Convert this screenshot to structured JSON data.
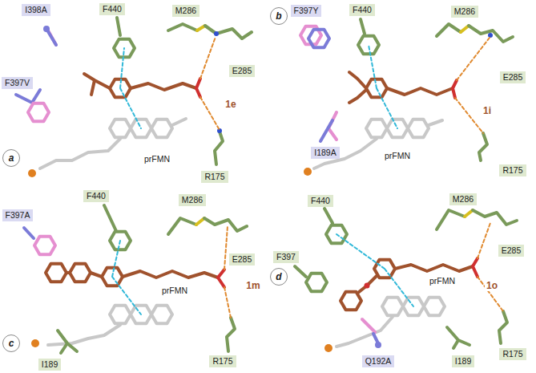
{
  "diagram": {
    "nodes": [
      {
        "text": [
          "a"
        ]
      },
      {
        "text": [
          "I398A"
        ]
      },
      {
        "text": [
          "F440"
        ]
      },
      {
        "text": [
          "M286"
        ]
      },
      {
        "text": [
          "F397V"
        ]
      },
      {
        "text": [
          "E285"
        ]
      },
      {
        "text": [
          "R175"
        ]
      },
      {
        "text": [
          "b"
        ]
      },
      {
        "text": [
          "F397Y"
        ]
      },
      {
        "text": [
          "F440"
        ]
      },
      {
        "text": [
          "M286"
        ]
      },
      {
        "text": [
          "E285"
        ]
      },
      {
        "text": [
          "I189A"
        ]
      },
      {
        "text": [
          "R175"
        ]
      },
      {
        "text": [
          "c"
        ]
      },
      {
        "text": [
          "F440"
        ]
      },
      {
        "text": [
          "M286"
        ]
      },
      {
        "text": [
          "F397A"
        ]
      },
      {
        "text": [
          "E285"
        ]
      },
      {
        "text": [
          "I189"
        ]
      },
      {
        "text": [
          "R175"
        ]
      },
      {
        "text": [
          "d"
        ]
      },
      {
        "text": [
          "F440"
        ]
      },
      {
        "text": [
          "M286"
        ]
      },
      {
        "text": [
          "F397"
        ]
      },
      {
        "text": [
          "E285"
        ]
      },
      {
        "text": [
          "Q192A"
        ]
      },
      {
        "text": [
          "I189"
        ]
      },
      {
        "text": [
          "R175"
        ]
      }
    ],
    "labels": [
      "1e",
      "prFMN",
      "1i",
      "prFMN",
      "1m",
      "prFMN",
      "1o",
      "prFMN"
    ]
  }
}
